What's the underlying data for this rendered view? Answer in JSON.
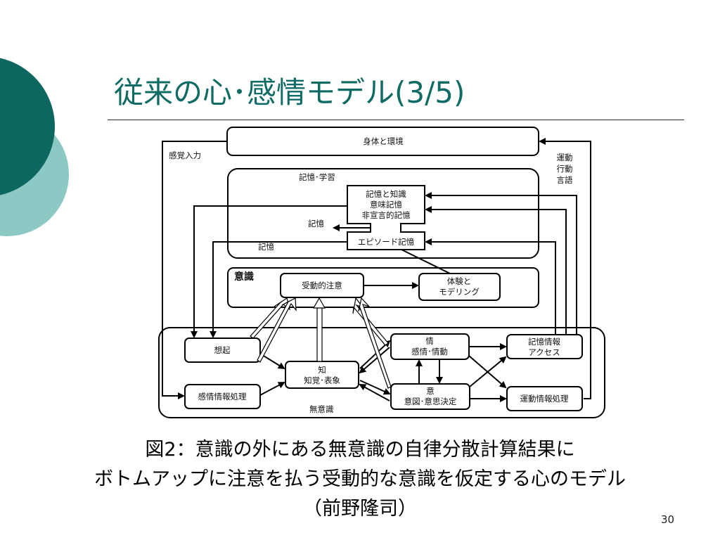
{
  "slide": {
    "title": "従来の心･感情モデル(3/5)",
    "caption_lines": [
      "図2：意識の外にある無意識の自律分散計算結果に",
      "ボトムアップに注意を払う受動的な意識を仮定する心のモデル",
      "（前野隆司）"
    ],
    "page_number": "30"
  },
  "diagram": {
    "environment": "身体と環境",
    "sensory_input": "感覚入力",
    "motor_output": [
      "運動",
      "行動",
      "言語"
    ],
    "memory_region": {
      "title": "記憶･学習",
      "knowledge_box": [
        "記憶と知識",
        "意味記憶",
        "非宣言的記憶"
      ],
      "memory_label": "記憶",
      "memory_label_lower": "記憶",
      "episodic_box": "エピソード記憶"
    },
    "conscious_region": {
      "title": "意識",
      "passive_attention": "受動的注意",
      "experience_box": [
        "体験と",
        "モデリング"
      ]
    },
    "unconscious_region": {
      "title": "無意識",
      "recall": "想起",
      "perception": [
        "知",
        "知覚･表象"
      ],
      "emotion": [
        "情",
        "感情･情動"
      ],
      "intention": [
        "意",
        "意図･意思決定"
      ],
      "emotion_processing": "感情情報処理",
      "memory_access": [
        "記憶情報",
        "アクセス"
      ],
      "motor_processing": "運動情報処理"
    }
  }
}
